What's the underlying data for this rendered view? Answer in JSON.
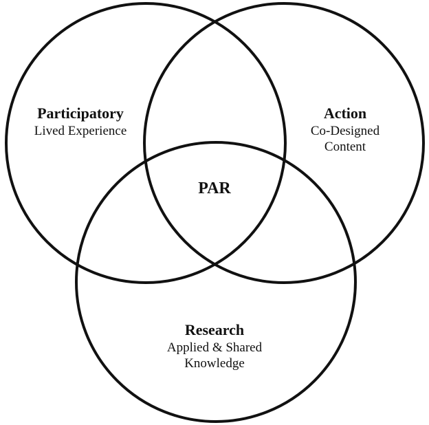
{
  "diagram": {
    "type": "venn",
    "sets": [
      {
        "id": "participatory",
        "title": "Participatory",
        "description": [
          "Lived Experience"
        ]
      },
      {
        "id": "action",
        "title": "Action",
        "description": [
          "Co-Designed",
          "Content"
        ]
      },
      {
        "id": "research",
        "title": "Research",
        "description": [
          "Applied & Shared",
          "Knowledge"
        ]
      }
    ],
    "center": "PAR",
    "stroke_color": "#111111",
    "background": "#ffffff"
  }
}
